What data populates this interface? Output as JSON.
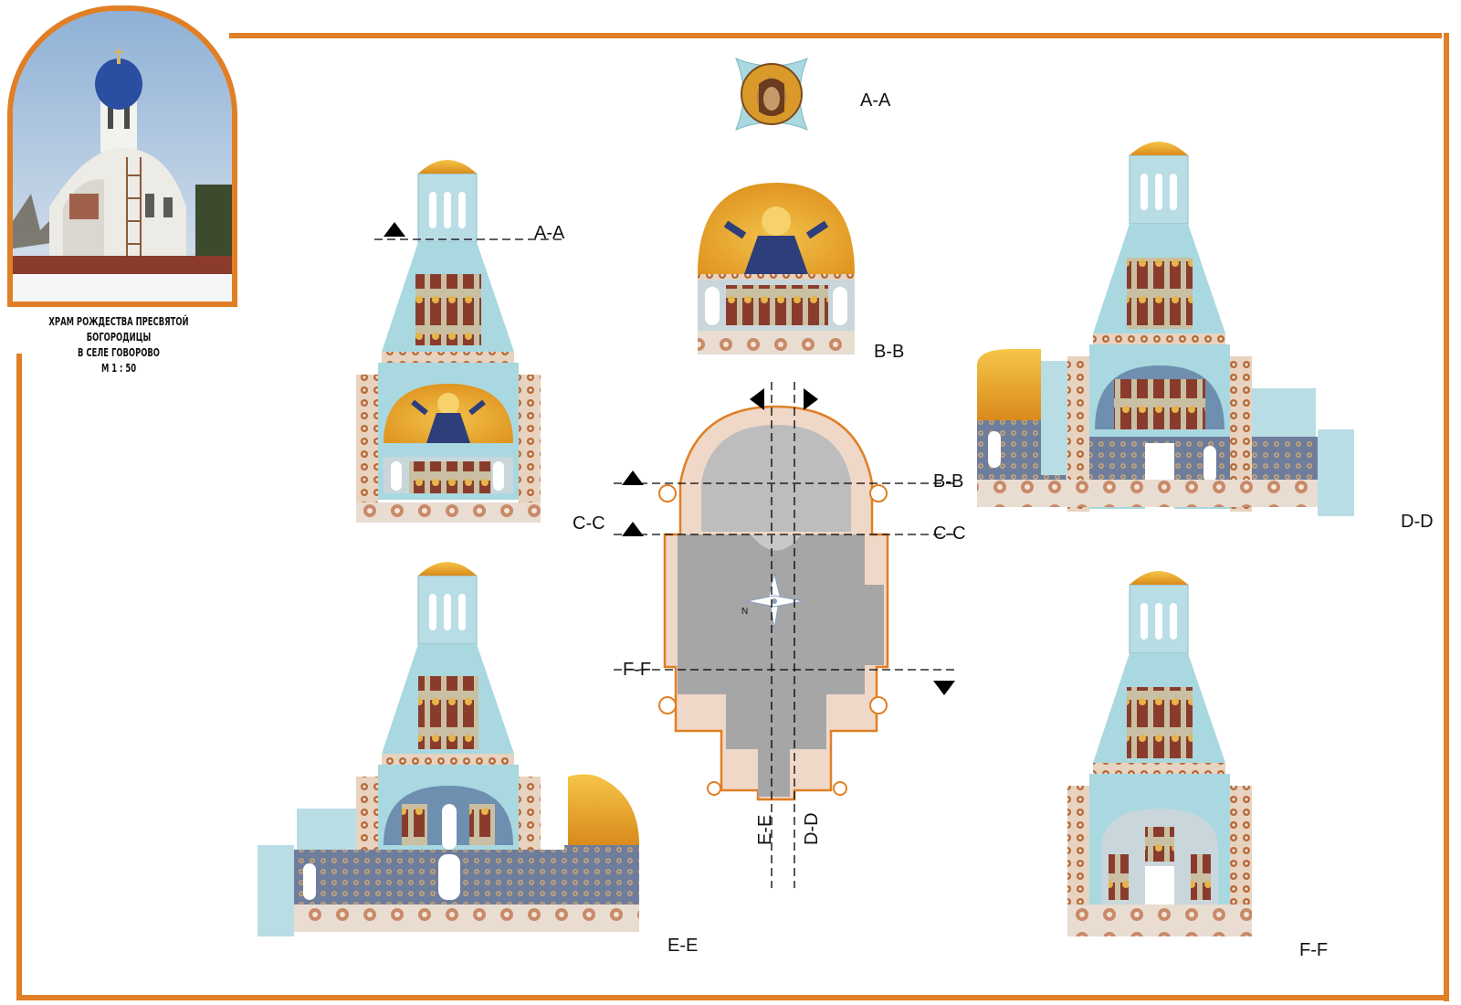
{
  "caption": {
    "line1": "ХРАМ РОЖДЕСТВА ПРЕСВЯТОЙ БОГОРОДИЦЫ",
    "line2": "В СЕЛЕ ГОВОРОВО",
    "scale": "М 1 : 50"
  },
  "section_labels": {
    "aa_top": "A-A",
    "aa_cut": "A-A",
    "bb": "B-B",
    "bb_plan": "B-B",
    "cc": "C-C",
    "cc_plan": "C-C",
    "dd": "D-D",
    "dd_plan": "D-D",
    "ee": "E-E",
    "ee_plan": "E-E",
    "ff": "F-F",
    "ff_plan": "F-F"
  },
  "compass": {
    "north": "N"
  },
  "colors": {
    "frame": "#e07f25",
    "wall_blue": "#a9d8e0",
    "gold": "#e8a22e",
    "plan_gray": "#a6a6a6",
    "floor": "#f0d8c8"
  }
}
